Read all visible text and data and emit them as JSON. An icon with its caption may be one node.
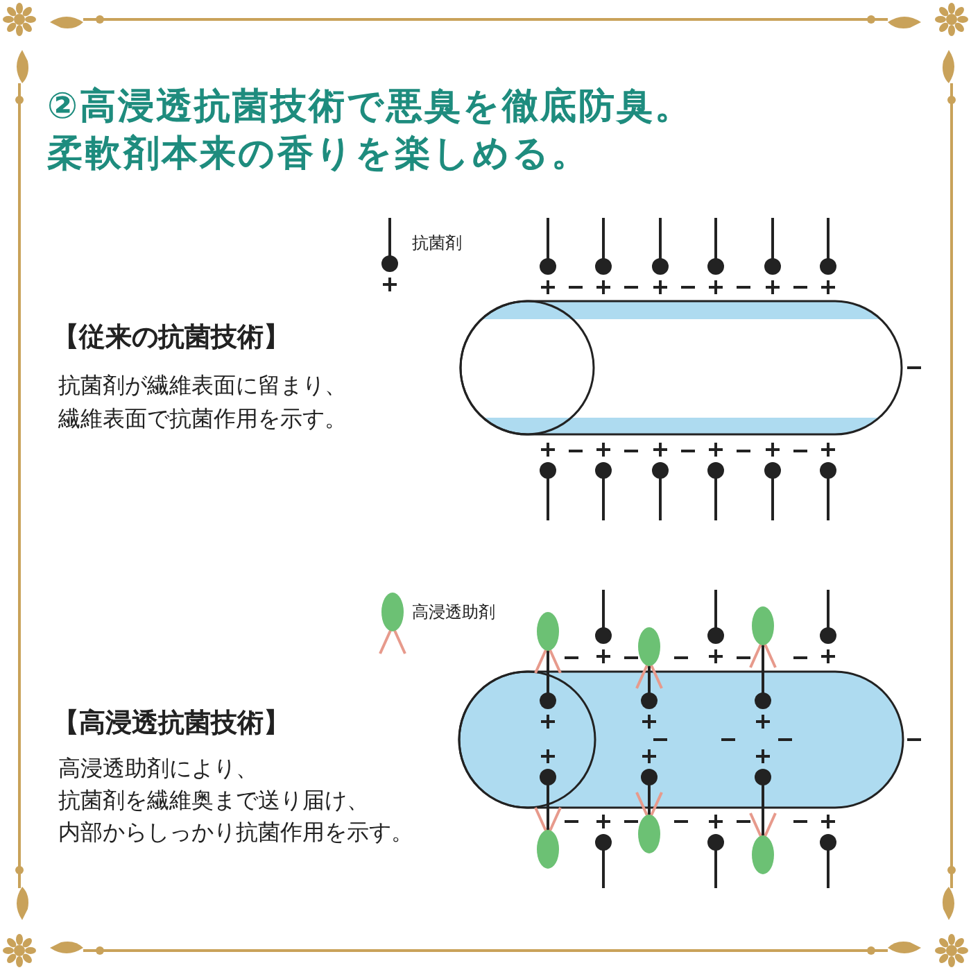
{
  "diagram": {
    "title": "②高浸透抗菌技術で悪臭を徹底防臭。柔軟剤本来の香りを楽しめる。",
    "labels": [
      "【従来の抗菌技術】",
      "抗菌剤が繊維表面に留まり、",
      "繊維表面で抗菌作用を示す。",
      "【高浸透抗菌技術】",
      "高浸透助剤により、",
      "抗菌剤を繊維奥まで送り届け、",
      "内部からしっかり抗菌作用を示す。"
    ],
    "legend": [
      {
        "text": "抗菌剤"
      },
      {
        "text": "高浸透助剤"
      }
    ]
  }
}
